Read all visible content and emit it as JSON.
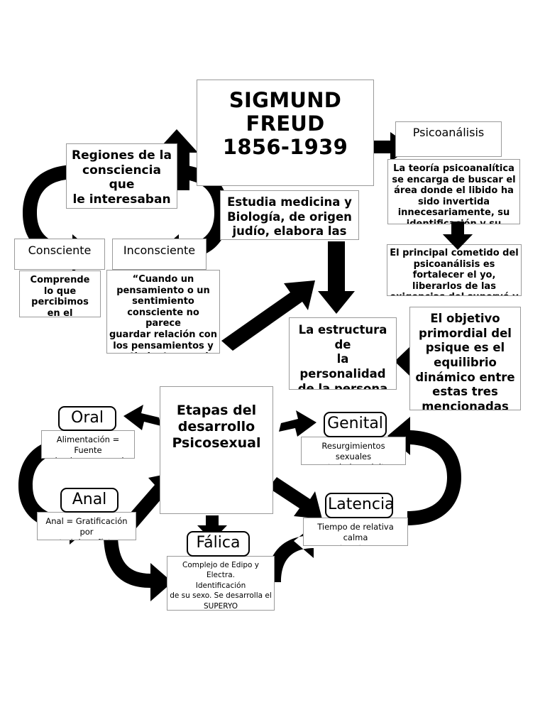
{
  "diagram": {
    "title_box": {
      "text": "SIGMUND\nFREUD\n1856-1939"
    },
    "left_branch": {
      "regions_box": "Regiones de la\nconsciencia que\nle interesaban a\nFreud",
      "consciente_label": "Consciente",
      "consciente_body": "Comprende\nlo que\npercibimos\nen el",
      "inconsciente_label": "Inconsciente",
      "inconsciente_body": "“Cuando un\npensamiento o un\nsentimiento\nconsciente no parece\nguardar relación con\nlos pensamientos y\nsentimientos que le\npreceden, hay"
    },
    "center_branch": {
      "estudia_box": "Estudia medicina y\nBiología,  de origen\njudío, elabora las\nbases del método\npsicoanalítico",
      "estructura_box": "La estructura de\nla personalidad\nde la persona se\nconstruye del\nello, yo y\nsuperyó"
    },
    "right_branch": {
      "psicoanalisis_label": "Psicoanálisis",
      "teoria_box": "La teoría psicoanalítica\nse encarga de buscar el\nárea donde el libido ha\nsido invertida\ninnecesariamente, su\nidentificación y su\nliberación",
      "cometido_box": "El principal cometido del\npsicoanálisis es\nfortalecer el yo,\nliberarlos de las\nexigencias del superyó y\ndel ello",
      "objetivo_box": "El objetivo\nprimordial del\npsique es el\nequilibrio\ndinámico entre\nestas tres\nmencionadas\npara que se\nmaximice el\nplacer"
    },
    "stages": {
      "center_label": "Etapas del\ndesarrollo\nPsicosexual",
      "items": [
        {
          "name": "Oral",
          "description": "Alimentación = Fuente\nde placer sensual"
        },
        {
          "name": "Anal",
          "description": "Anal = Gratificación por\ncontrol de esfínteres"
        },
        {
          "name": "Fálica",
          "description": "Complejo de Edipo y Electra.\nIdentificación\nde su sexo. Se desarrolla el\nSUPERYO\nGratificación Genital"
        },
        {
          "name": "Latencia",
          "description": "Tiempo de relativa calma\nentre etapas turbulentas"
        },
        {
          "name": "Genital",
          "description": "Resurgimientos sexuales\ncontrolados adultez"
        }
      ]
    },
    "colors": {
      "arrow": "#000000",
      "box_border": "#9a9a9a",
      "stage_border": "#000000",
      "background": "#ffffff"
    }
  }
}
